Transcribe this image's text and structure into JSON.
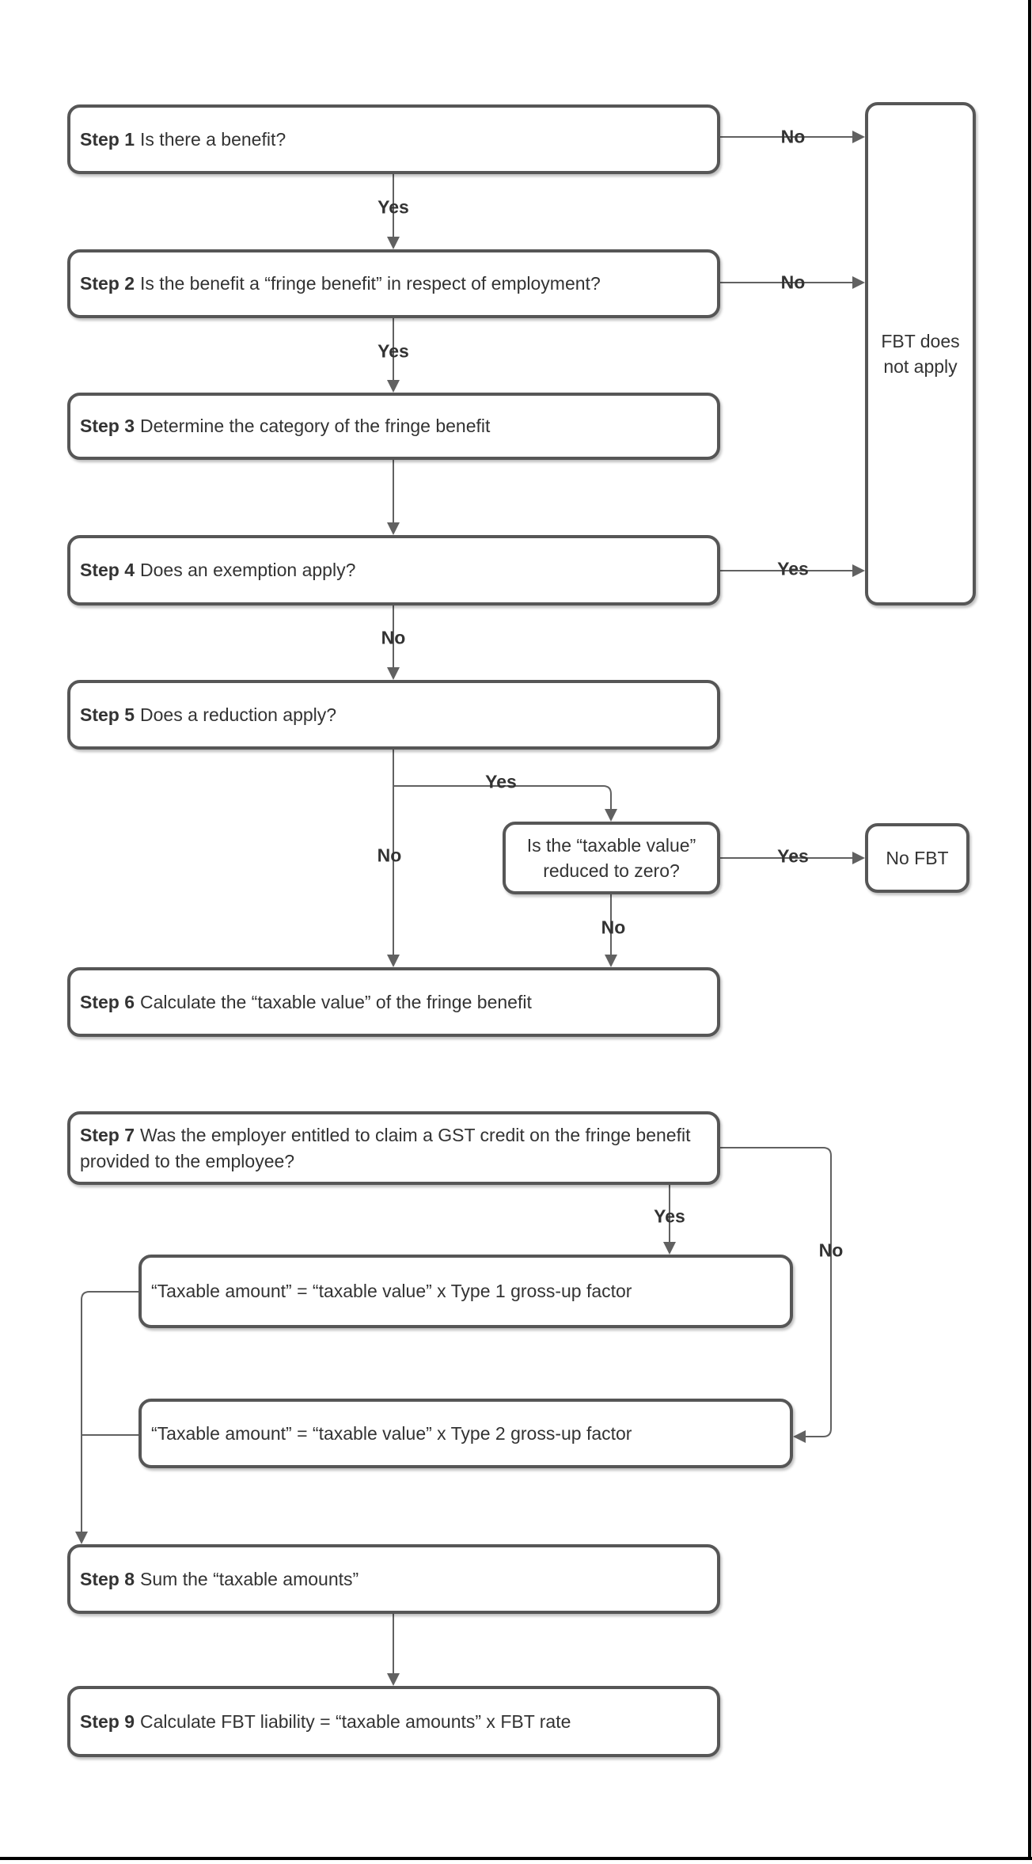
{
  "flowchart": {
    "boxes": {
      "step1": {
        "label": "Step 1",
        "text": "Is there a benefit?"
      },
      "step2": {
        "label": "Step 2",
        "text": "Is the benefit a “fringe benefit” in respect of employment?"
      },
      "step3": {
        "label": "Step 3",
        "text": "Determine the category of the fringe benefit"
      },
      "step4": {
        "label": "Step 4",
        "text": "Does an exemption apply?"
      },
      "step5": {
        "label": "Step 5",
        "text": "Does a reduction apply?"
      },
      "step6": {
        "label": "Step 6",
        "text": "Calculate the “taxable value” of the fringe benefit"
      },
      "step7": {
        "label": "Step 7",
        "text": "Was the employer entitled to claim a GST credit on the fringe benefit provided to the employee?"
      },
      "step8": {
        "label": "Step 8",
        "text": "Sum the “taxable amounts”"
      },
      "step9": {
        "label": "Step 9",
        "text": "Calculate FBT liability = “taxable amounts” x FBT rate"
      },
      "reduced_zero": {
        "text": "Is the “taxable value” reduced to zero?"
      },
      "type1": {
        "text": "“Taxable amount” = “taxable value” x Type 1 gross-up factor"
      },
      "type2": {
        "text": "“Taxable amount” = “taxable value” x Type 2 gross-up factor"
      },
      "fbt_not_apply": {
        "text": "FBT does not apply"
      },
      "no_fbt": {
        "text": "No FBT"
      }
    },
    "edge_labels": {
      "step1_no": "No",
      "step1_yes": "Yes",
      "step2_no": "No",
      "step2_yes": "Yes",
      "step4_yes": "Yes",
      "step4_no": "No",
      "step5_yes": "Yes",
      "step5_no": "No",
      "zero_yes": "Yes",
      "zero_no": "No",
      "step7_yes": "Yes",
      "step7_no": "No"
    },
    "colors": {
      "box_border": "#565656",
      "connector_line": "#616161",
      "text": "#333333",
      "box_fill": "#ffffff",
      "frame_edge": "#000000"
    }
  }
}
